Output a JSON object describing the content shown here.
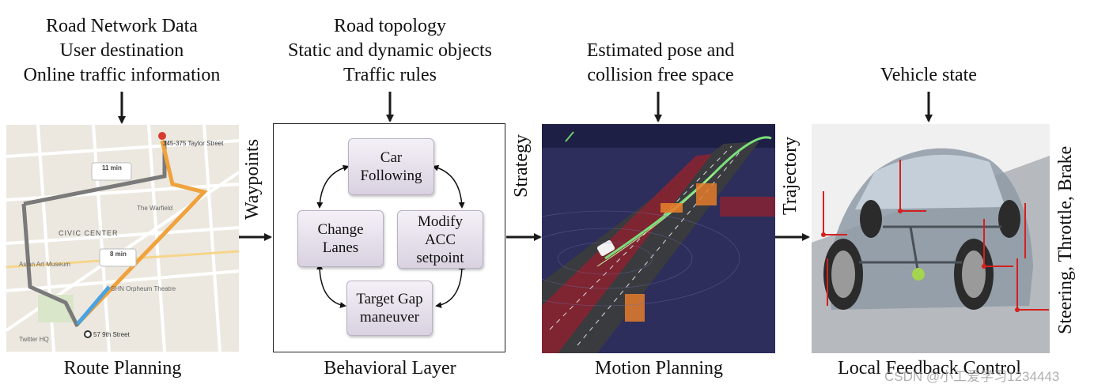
{
  "route": {
    "inputs": [
      "Road Network Data",
      "User destination",
      "Online traffic information"
    ],
    "caption": "Route Planning",
    "map_labels": {
      "dest": "345-375 Taylor Street",
      "time1": "11 min",
      "time2": "8 min",
      "district": "CIVIC CENTER",
      "start": "57 9th Street",
      "warfield": "The Warfield",
      "museum": "Asian Art Museum",
      "theatre": "SHN Orpheum Theatre",
      "twitter": "Twitter HQ"
    }
  },
  "behavior": {
    "inputs": [
      "Road topology",
      "Static and dynamic objects",
      "Traffic rules"
    ],
    "caption": "Behavioral Layer",
    "nodes": {
      "car_following": "Car\nFollowing",
      "change_lanes": "Change\nLanes",
      "modify_acc": "Modify\nACC\nsetpoint",
      "target_gap": "Target Gap\nmaneuver"
    }
  },
  "motion": {
    "inputs": [
      "Estimated pose and",
      "collision free space"
    ],
    "caption": "Motion Planning"
  },
  "control": {
    "inputs": [
      "Vehicle state"
    ],
    "caption": "Local Feedback Control",
    "output": "Steering, Throttle, Brake"
  },
  "arrows": {
    "waypoints": "Waypoints",
    "strategy": "Strategy",
    "trajectory": "Trajectory"
  },
  "watermark": "CSDN @小工爱学习1234443"
}
